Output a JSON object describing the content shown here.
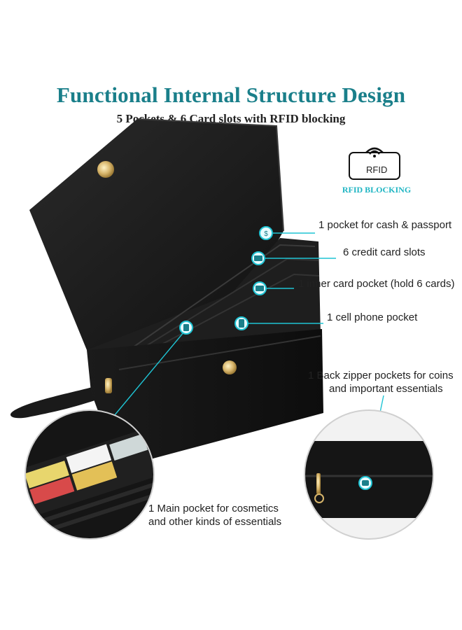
{
  "header": {
    "title": "Functional Internal Structure Design",
    "subtitle": "5 Pockets & 6 Card slots with RFID blocking"
  },
  "rfid": {
    "badge_text": "RFID",
    "caption": "RFID BLOCKING"
  },
  "callouts": {
    "cash": "1 pocket for cash & passport",
    "cards": "6 credit card slots",
    "inner": "1 inner card pocket (hold 6 cards)",
    "phone": "1 cell phone pocket",
    "back_line1": "1 Back zipper pockets for coins",
    "back_line2": "and important essentials",
    "main_line1": "1 Main pocket for cosmetics",
    "main_line2": "and other kinds of essentials"
  },
  "colors": {
    "accent": "#1a7f8a",
    "callout_cyan": "#1fc4d4",
    "wallet": "#161616"
  }
}
